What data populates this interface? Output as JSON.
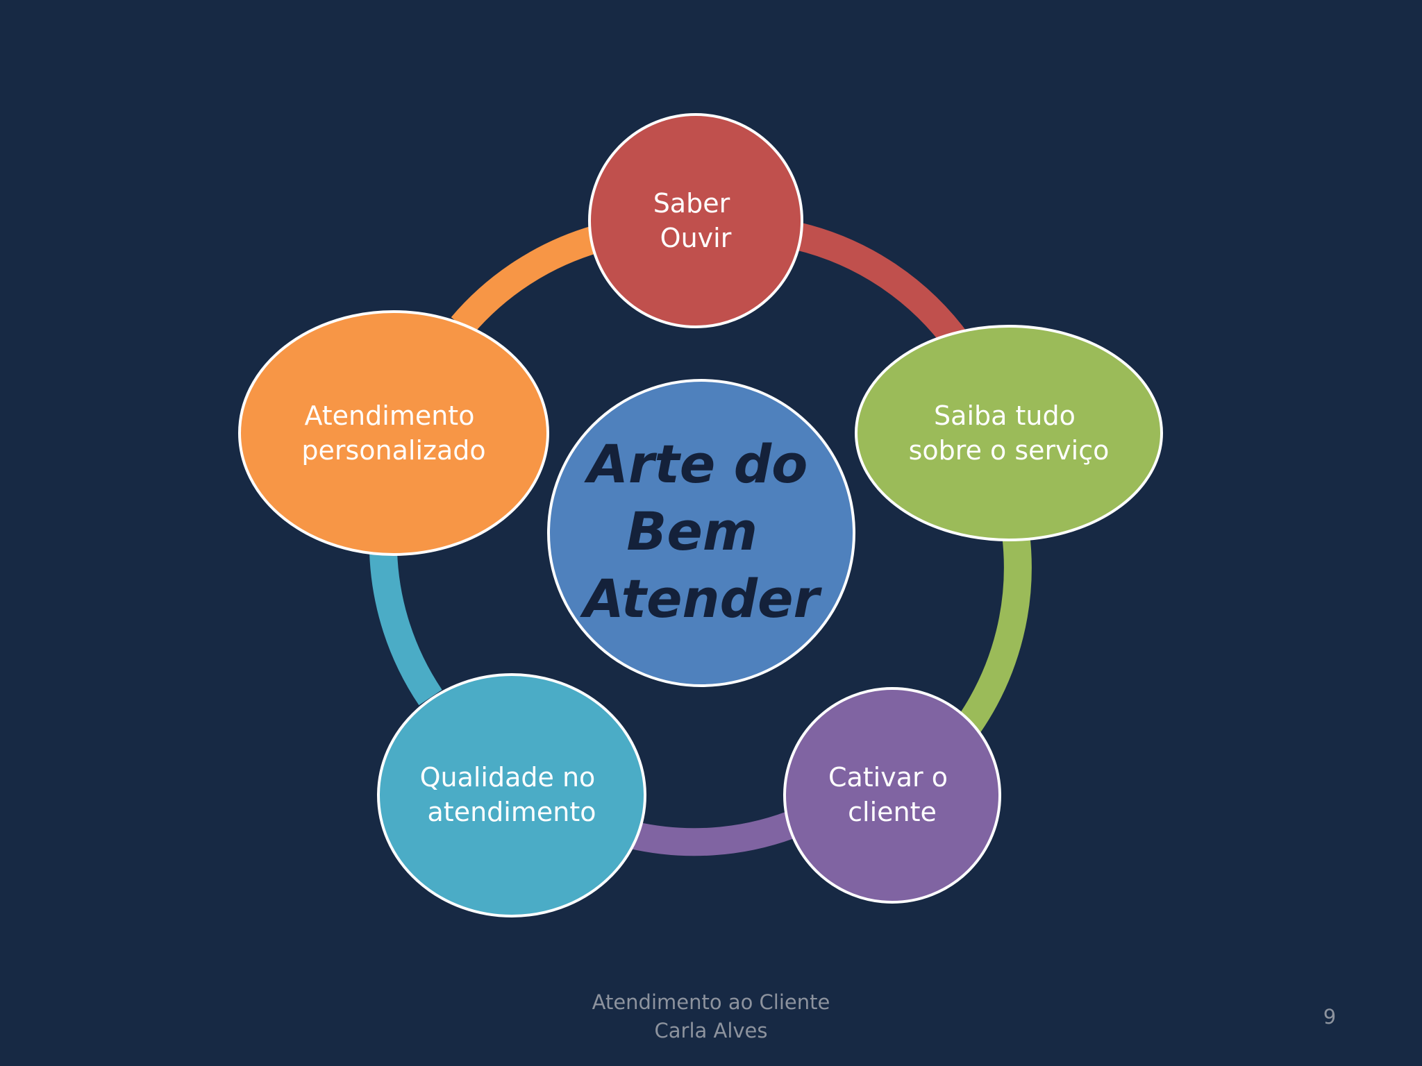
{
  "diagram": {
    "center": {
      "lines": [
        "Arte do",
        "Bem",
        "Atender"
      ],
      "color": "#4f81bd"
    },
    "nodes": [
      {
        "lines": [
          "Saber",
          "Ouvir"
        ],
        "color": "#c0504d"
      },
      {
        "lines": [
          "Saiba tudo",
          "sobre o serviço"
        ],
        "color": "#9bbb59"
      },
      {
        "lines": [
          "Cativar o",
          "cliente"
        ],
        "color": "#8064a2"
      },
      {
        "lines": [
          "Qualidade no",
          "atendimento"
        ],
        "color": "#4bacc6"
      },
      {
        "lines": [
          "Atendimento",
          "personalizado"
        ],
        "color": "#f79646"
      }
    ],
    "background_color": "#172944",
    "outline_color": "#ffffff"
  },
  "footer": {
    "line1": "Atendimento ao Cliente",
    "line2": "Carla Alves",
    "page_number": "9"
  }
}
